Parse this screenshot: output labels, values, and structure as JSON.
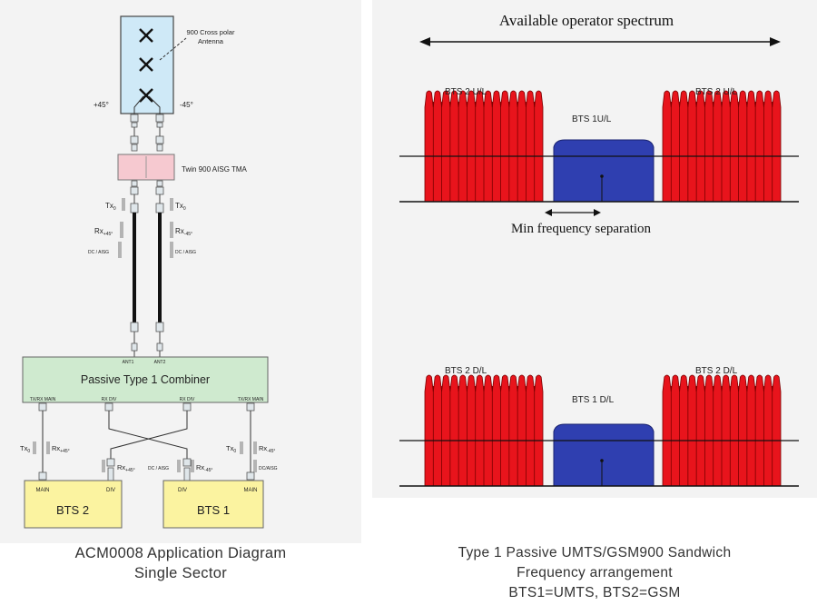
{
  "antenna": {
    "label_line1": "900 Cross polar",
    "label_line2": "Antenna",
    "pol_plus": "+45°",
    "pol_minus": "-45°"
  },
  "tma": {
    "label": "Twin 900 AISG TMA"
  },
  "feeder_labels": {
    "left": {
      "tx": "Tx",
      "tx_sub": "0",
      "rx": "Rx",
      "rx_sub": "+45°",
      "dc": "DC / AISG"
    },
    "right": {
      "tx": "Tx",
      "tx_sub": "0",
      "rx": "Rx",
      "rx_sub": "-45°",
      "dc": "DC / AISG"
    }
  },
  "combiner": {
    "label": "Passive Type 1 Combiner",
    "ports_top": [
      "ANT1",
      "ANT2"
    ],
    "ports_bottom": [
      "TX/RX MAIN",
      "RX DIV",
      "RX DIV",
      "TX/RX MAIN"
    ]
  },
  "lower_labels": {
    "left_tx": "Tx",
    "left_tx_sub": "0",
    "left_rx": "Rx",
    "left_rx_sub": "+45°",
    "mid_rx_left": "Rx",
    "mid_rx_left_sub": "+45°",
    "mid_dc": "DC / AISG",
    "mid_rx_right": "Rx",
    "mid_rx_right_sub": "-45°",
    "right_tx": "Tx",
    "right_tx_sub": "0",
    "right_rx": "Rx",
    "right_rx_sub": "-45°",
    "right_dc": "DC/AISG"
  },
  "bts2": {
    "label": "BTS 2",
    "port_main": "MAIN",
    "port_div": "DIV"
  },
  "bts1": {
    "label": "BTS 1",
    "port_div": "DIV",
    "port_main": "MAIN"
  },
  "left_caption": {
    "line1": "ACM0008 Application Diagram",
    "line2": "Single Sector"
  },
  "spectrum": {
    "title": "Available operator spectrum",
    "ul_left": "BTS 2 U/L",
    "ul_mid": "BTS 1U/L",
    "ul_right": "BTS 2 U/L",
    "separation": "Min frequency separation",
    "dl_left": "BTS 2 D/L",
    "dl_mid": "BTS 1 D/L",
    "dl_right": "BTS 2 D/L",
    "colors": {
      "gsm": "#e8141c",
      "gsm_line": "#7a0000",
      "umts": "#2f3fb0"
    }
  },
  "right_caption": {
    "line1": "Type 1 Passive UMTS/GSM900 Sandwich",
    "line2": "Frequency arrangement",
    "line3": "BTS1=UMTS, BTS2=GSM"
  }
}
